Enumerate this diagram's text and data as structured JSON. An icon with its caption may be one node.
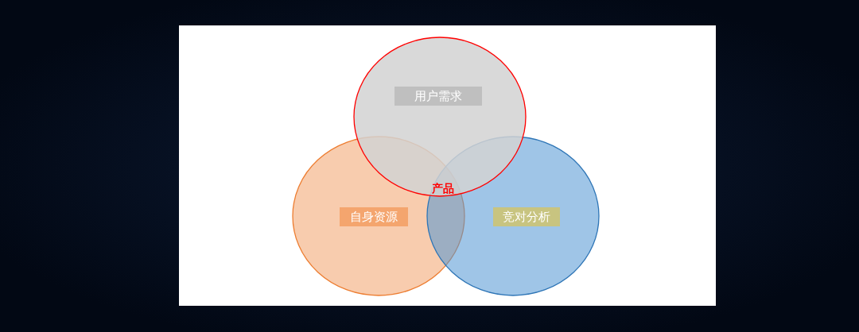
{
  "diagram": {
    "nodes": [
      {
        "text": [
          "用户需求"
        ]
      },
      {
        "text": [
          "自身资源"
        ]
      },
      {
        "text": [
          "竞对分析"
        ]
      }
    ],
    "labels": [
      "产品"
    ]
  }
}
